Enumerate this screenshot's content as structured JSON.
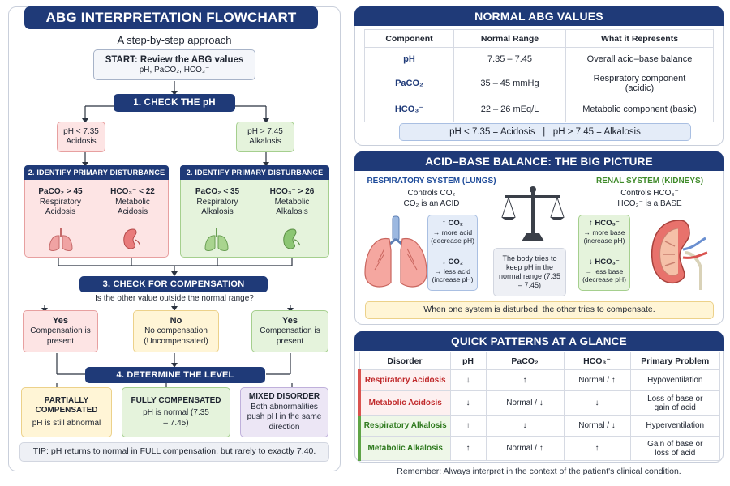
{
  "left": {
    "title": "ABG INTERPRETATION FLOWCHART",
    "subtitle": "A step-by-step approach",
    "start_title": "START: Review the ABG values",
    "start_values": "pH, PaCO₂, HCO₃⁻",
    "step1": "1. CHECK THE pH",
    "acidosis_value": "pH < 7.35",
    "acidosis_label": "Acidosis",
    "alkalosis_value": "pH > 7.45",
    "alkalosis_label": "Alkalosis",
    "step2": "2. IDENTIFY PRIMARY DISTURBANCE",
    "resp_acidosis_value": "PaCO₂ > 45",
    "resp_acidosis_label": "Respiratory Acidosis",
    "met_acidosis_value": "HCO₃⁻ < 22",
    "met_acidosis_label": "Metabolic Acidosis",
    "resp_alkalosis_value": "PaCO₂ < 35",
    "resp_alkalosis_label": "Respiratory Alkalosis",
    "met_alkalosis_value": "HCO₃⁻ > 26",
    "met_alkalosis_label": "Metabolic Alkalosis",
    "step3": "3. CHECK FOR COMPENSATION",
    "question": "Is the other value outside the normal range?",
    "yes_label": "Yes",
    "yes_desc": "Compensation is present",
    "no_label": "No",
    "no_desc": "No compensation (Uncompensated)",
    "step4": "4. DETERMINE THE LEVEL",
    "partial_title": "PARTIALLY COMPENSATED",
    "partial_desc": "pH is still abnormal",
    "full_title": "FULLY COMPENSATED",
    "full_desc": "pH is normal (7.35 – 7.45)",
    "mixed_title": "MIXED DISORDER",
    "mixed_desc": "Both abnormalities push pH in the same direction",
    "tip": "TIP: pH returns to normal in FULL compensation, but rarely to exactly 7.40."
  },
  "normal": {
    "title": "NORMAL ABG VALUES",
    "headers": [
      "Component",
      "Normal Range",
      "What it Represents"
    ],
    "rows": [
      {
        "component": "pH",
        "range": "7.35 – 7.45",
        "represents": "Overall acid–base balance"
      },
      {
        "component": "PaCO₂",
        "range": "35 – 45 mmHg",
        "represents": "Respiratory component (acidic)"
      },
      {
        "component": "HCO₃⁻",
        "range": "22 – 26 mEq/L",
        "represents": "Metabolic component (basic)"
      }
    ],
    "summary": "pH < 7.35 = Acidosis   |   pH > 7.45 = Alkalosis"
  },
  "balance": {
    "title": "ACID–BASE BALANCE: THE BIG PICTURE",
    "resp_title": "RESPIRATORY SYSTEM (LUNGS)",
    "resp_line1": "Controls CO₂",
    "resp_line2": "CO₂ is an ACID",
    "resp_up_title": "↑ CO₂",
    "resp_up_desc": "→ more acid (decrease pH)",
    "resp_down_title": "↓ CO₂",
    "resp_down_desc": "→ less acid (increase pH)",
    "middle": "The body tries to keep pH in the normal range (7.35 – 7.45)",
    "renal_title": "RENAL SYSTEM (KIDNEYS)",
    "renal_line1": "Controls HCO₃⁻",
    "renal_line2": "HCO₃⁻ is a BASE",
    "renal_up_title": "↑ HCO₃⁻",
    "renal_up_desc": "→ more base (increase pH)",
    "renal_down_title": "↓ HCO₃⁻",
    "renal_down_desc": "→ less base (decrease pH)",
    "footer": "When one system is disturbed, the other tries to compensate."
  },
  "patterns": {
    "title": "QUICK PATTERNS AT A GLANCE",
    "headers": [
      "Disorder",
      "pH",
      "PaCO₂",
      "HCO₃⁻",
      "Primary Problem"
    ],
    "rows": [
      {
        "disorder": "Respiratory Acidosis",
        "ph": "↓",
        "paco2": "↑",
        "hco3": "Normal / ↑",
        "problem": "Hypoventilation"
      },
      {
        "disorder": "Metabolic Acidosis",
        "ph": "↓",
        "paco2": "Normal / ↓",
        "hco3": "↓",
        "problem": "Loss of base or gain of acid"
      },
      {
        "disorder": "Respiratory Alkalosis",
        "ph": "↑",
        "paco2": "↓",
        "hco3": "Normal / ↓",
        "problem": "Hyperventilation"
      },
      {
        "disorder": "Metabolic Alkalosis",
        "ph": "↑",
        "paco2": "Normal / ↑",
        "hco3": "↑",
        "problem": "Gain of base or loss of acid"
      }
    ]
  },
  "remember": "Remember: Always interpret in the context of the patient's clinical condition."
}
